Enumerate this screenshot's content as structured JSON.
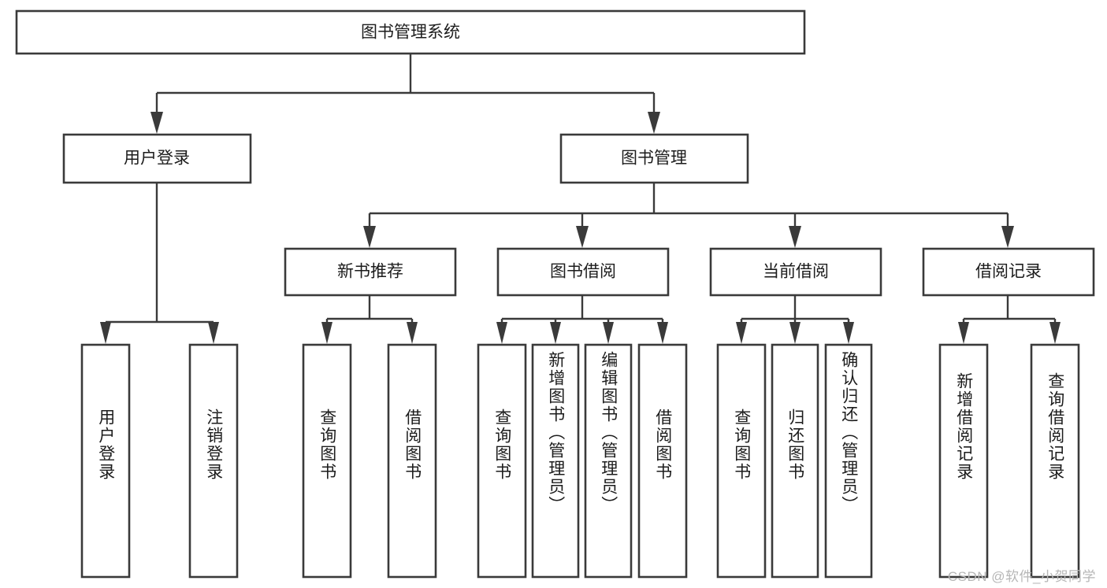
{
  "diagram": {
    "title": "图书管理系统",
    "type": "tree",
    "orientation": "top-down",
    "watermark": "CSDN @软件_小贺同学",
    "colors": {
      "background": "#ffffff",
      "box_fill": "#ffffff",
      "box_stroke": "#3a3a3a",
      "connector": "#3a3a3a",
      "text": "#1c1c1c",
      "watermark": "#b6b6b6"
    },
    "levels": {
      "root": {
        "label": "图书管理系统"
      },
      "level2": [
        {
          "label": "用户登录"
        },
        {
          "label": "图书管理"
        }
      ],
      "level3": [
        {
          "label": "新书推荐",
          "parent": "图书管理"
        },
        {
          "label": "图书借阅",
          "parent": "图书管理"
        },
        {
          "label": "当前借阅",
          "parent": "图书管理"
        },
        {
          "label": "借阅记录",
          "parent": "图书管理"
        }
      ],
      "leaves": [
        {
          "label": "用户登录",
          "parent": "用户登录",
          "orientation": "vertical"
        },
        {
          "label": "注销登录",
          "parent": "用户登录",
          "orientation": "vertical"
        },
        {
          "label": "查询图书",
          "parent": "新书推荐",
          "orientation": "vertical"
        },
        {
          "label": "借阅图书",
          "parent": "新书推荐",
          "orientation": "vertical"
        },
        {
          "label": "查询图书",
          "parent": "图书借阅",
          "orientation": "vertical"
        },
        {
          "label": "新增图书（管理员）",
          "parent": "图书借阅",
          "orientation": "vertical"
        },
        {
          "label": "编辑图书（管理员）",
          "parent": "图书借阅",
          "orientation": "vertical"
        },
        {
          "label": "借阅图书",
          "parent": "图书借阅",
          "orientation": "vertical"
        },
        {
          "label": "查询图书",
          "parent": "当前借阅",
          "orientation": "vertical"
        },
        {
          "label": "归还图书",
          "parent": "当前借阅",
          "orientation": "vertical"
        },
        {
          "label": "确认归还（管理员）",
          "parent": "当前借阅",
          "orientation": "vertical"
        },
        {
          "label": "新增借阅记录",
          "parent": "借阅记录",
          "orientation": "vertical"
        },
        {
          "label": "查询借阅记录",
          "parent": "借阅记录",
          "orientation": "vertical"
        }
      ]
    }
  }
}
